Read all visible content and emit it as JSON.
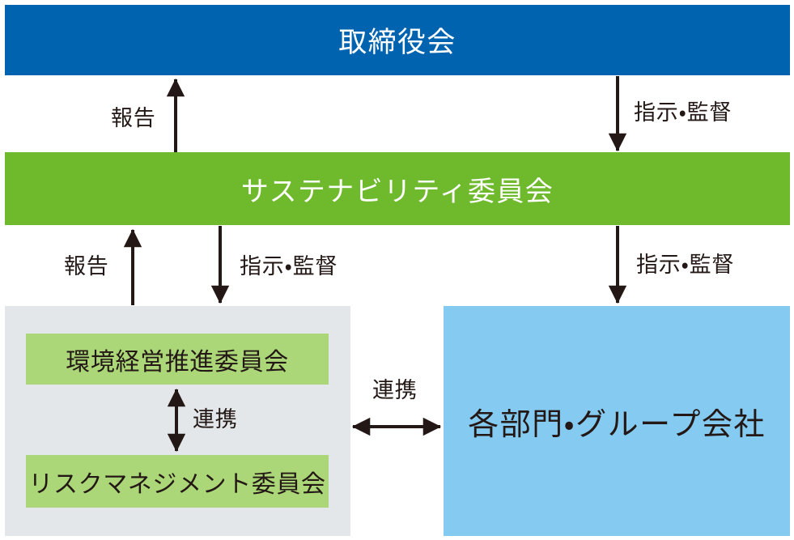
{
  "diagram": {
    "nodes": {
      "board": "取締役会",
      "sustainability": "サステナビリティ委員会",
      "env_committee": "環境経営推進委員会",
      "risk_committee": "リスクマネジメント委員会",
      "departments": "各部門・グループ会社"
    },
    "labels": {
      "report_top": "報告",
      "instruct_top": "指示・監督",
      "report_mid": "報告",
      "instruct_mid": "指示・監督",
      "instruct_right": "指示・監督",
      "cooperate_vertical": "連携",
      "cooperate_horizontal": "連携"
    },
    "colors": {
      "board_blue": "#0063af",
      "committee_green": "#6fba2c",
      "group_gray": "#e3e7ea",
      "sub_committee_green": "#abd778",
      "departments_blue": "#85caf0",
      "arrow_black": "#231815"
    }
  }
}
